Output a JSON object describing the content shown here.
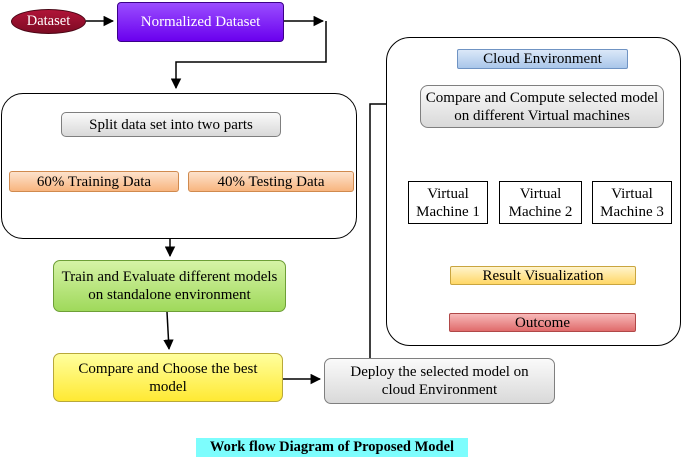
{
  "nodes": {
    "dataset": "Dataset",
    "normalized": "Normalized Dataset",
    "split": "Split data set into two parts",
    "training": "60% Training Data",
    "testing": "40% Testing Data",
    "train_eval": "Train and Evaluate different models on standalone environment",
    "compare_choose": "Compare and Choose the best model",
    "deploy": "Deploy the selected model on cloud Environment",
    "cloud_env": "Cloud Environment",
    "compare_compute": "Compare and Compute selected model on different Virtual machines",
    "vm1": "Virtual Machine 1",
    "vm2": "Virtual Machine 2",
    "vm3": "Virtual Machine 3",
    "result": "Result Visualization",
    "outcome": "Outcome"
  },
  "caption": "Work flow Diagram of Proposed Model"
}
